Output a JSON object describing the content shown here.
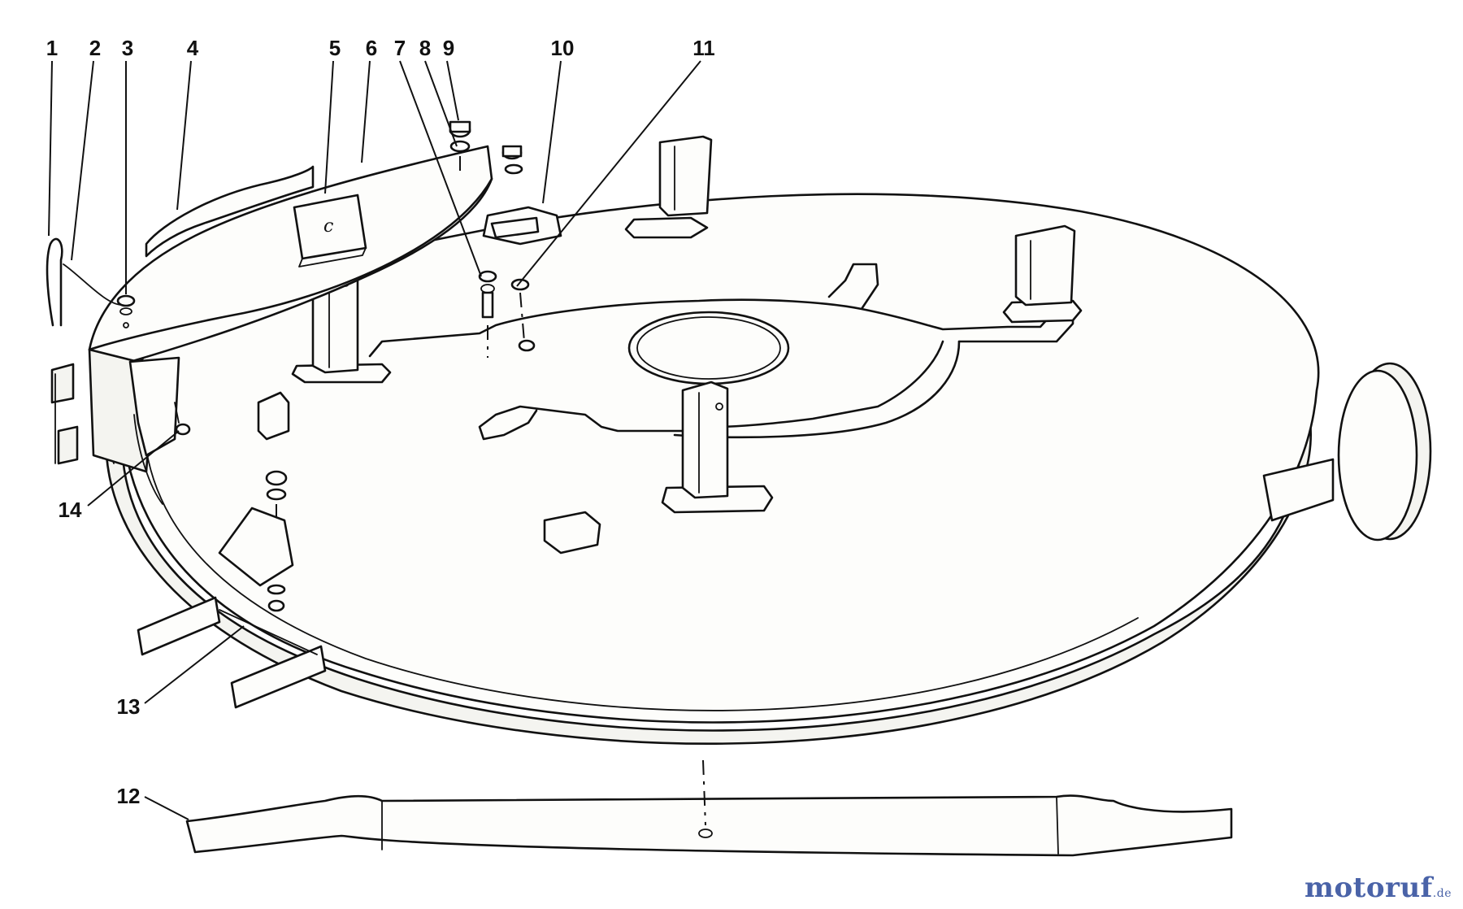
{
  "diagram": {
    "callouts": [
      {
        "id": "1",
        "label": "1"
      },
      {
        "id": "2",
        "label": "2"
      },
      {
        "id": "3",
        "label": "3"
      },
      {
        "id": "4",
        "label": "4"
      },
      {
        "id": "5",
        "label": "5"
      },
      {
        "id": "6",
        "label": "6"
      },
      {
        "id": "7",
        "label": "7"
      },
      {
        "id": "8",
        "label": "8"
      },
      {
        "id": "9",
        "label": "9"
      },
      {
        "id": "10",
        "label": "10"
      },
      {
        "id": "11",
        "label": "11"
      },
      {
        "id": "12",
        "label": "12"
      },
      {
        "id": "13",
        "label": "13"
      },
      {
        "id": "14",
        "label": "14"
      }
    ]
  },
  "watermark": {
    "brand": "motoruf",
    "tld": ".de",
    "color": "#4a63a8",
    "accent": "#e0742a"
  }
}
